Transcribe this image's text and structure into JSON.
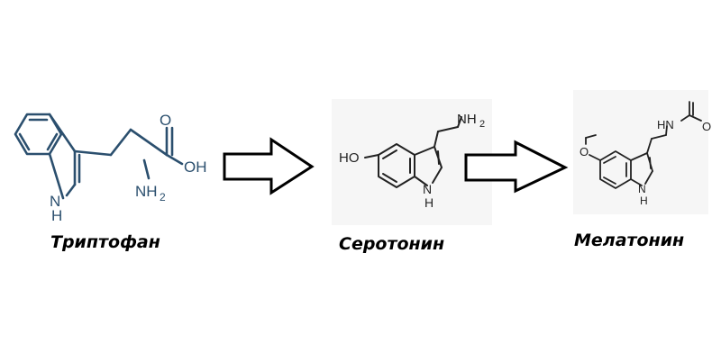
{
  "diagram": {
    "colors": {
      "tryptophan": "#2b4f6e",
      "black": "#222222"
    },
    "molecules": [
      {
        "name": "Триптофан",
        "atoms": {
          "o": "O",
          "oh": "OH",
          "nh2": "NH",
          "nh2_sub": "2",
          "nh": "H",
          "n": "N"
        }
      },
      {
        "name": "Серотонин",
        "atoms": {
          "nh2": "NH",
          "nh2_sub": "2",
          "ho": "HO",
          "nh": "H",
          "n": "N"
        }
      },
      {
        "name": "Мелатонин",
        "atoms": {
          "hn": "HN",
          "o_acyl": "O",
          "o_meth": "O",
          "nh": "H",
          "n": "N"
        }
      }
    ],
    "arrows": [
      {
        "from": "Триптофан",
        "to": "Серотонин",
        "icon": "right-arrow-icon"
      },
      {
        "from": "Серотонин",
        "to": "Мелатонин",
        "icon": "right-arrow-icon"
      }
    ]
  }
}
